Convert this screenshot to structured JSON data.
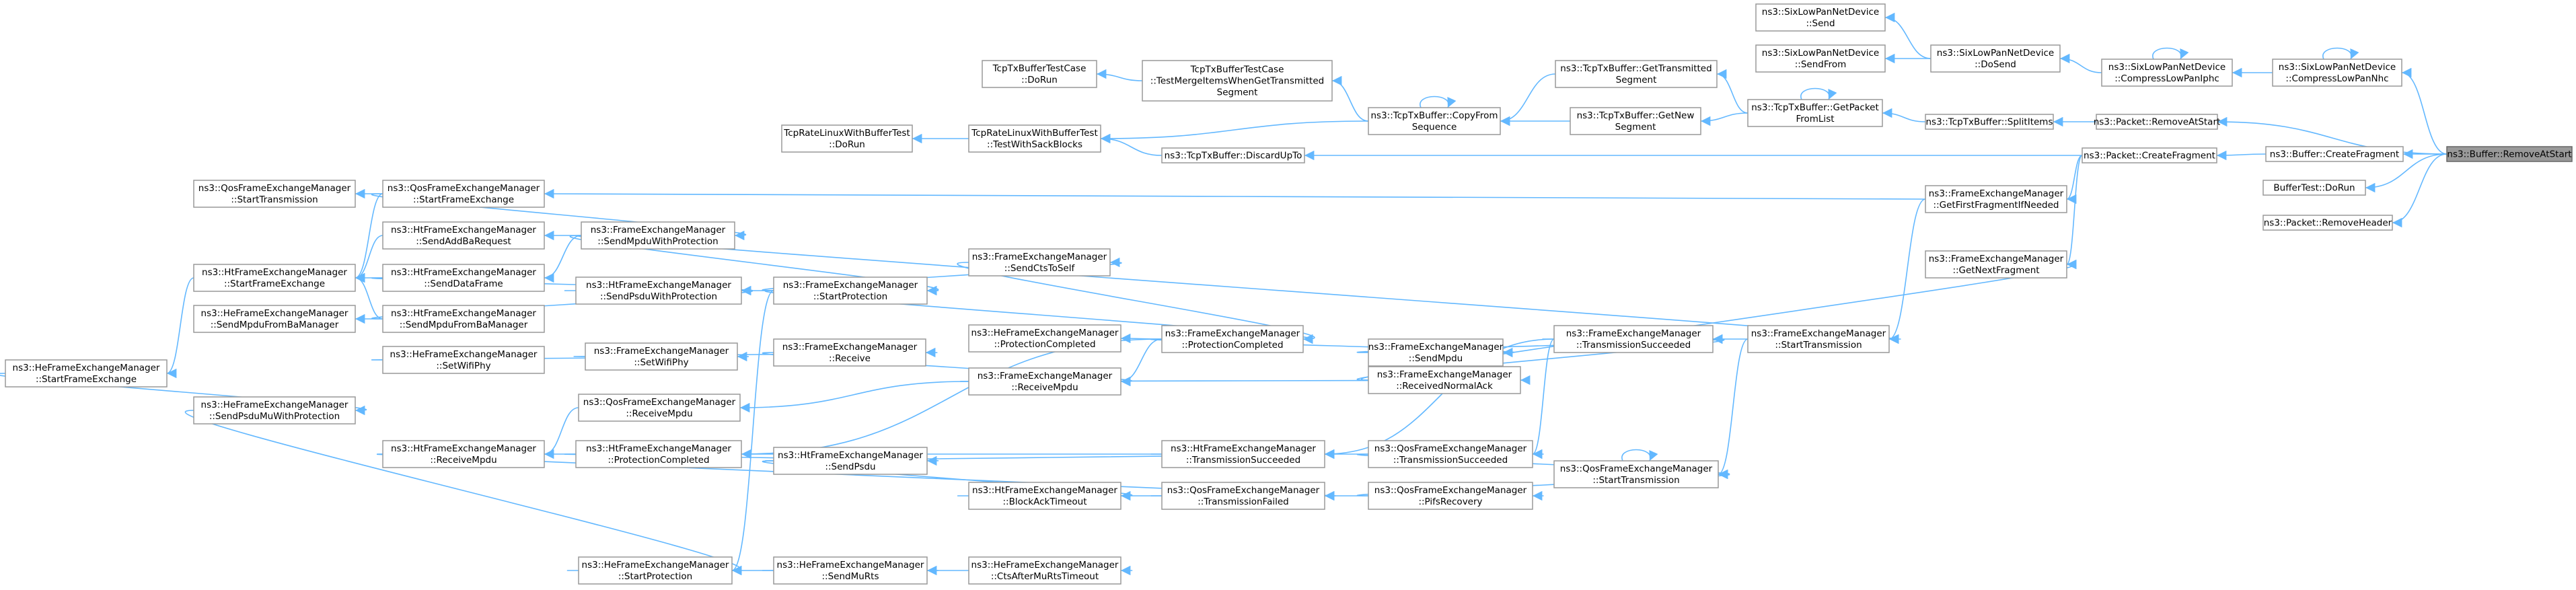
{
  "graph": {
    "root_id": "remove_at_start",
    "colors": {
      "edge": "#63b8ff",
      "node_border": "#999999",
      "root_fill": "#999999",
      "node_fill": "#ffffff"
    },
    "nodes": [
      {
        "id": "remove_at_start",
        "lines": [
          "ns3::Buffer::RemoveAtStart"
        ]
      },
      {
        "id": "compress_lownhc",
        "lines": [
          "ns3::SixLowPanNetDevice",
          "::CompressLowPanNhc"
        ]
      },
      {
        "id": "compress_iphc",
        "lines": [
          "ns3::SixLowPanNetDevice",
          "::CompressLowPanIphc"
        ]
      },
      {
        "id": "dosend",
        "lines": [
          "ns3::SixLowPanNetDevice",
          "::DoSend"
        ]
      },
      {
        "id": "send",
        "lines": [
          "ns3::SixLowPanNetDevice",
          "::Send"
        ]
      },
      {
        "id": "sendfrom",
        "lines": [
          "ns3::SixLowPanNetDevice",
          "::SendFrom"
        ]
      },
      {
        "id": "pkt_remove_at_start",
        "lines": [
          "ns3::Packet::RemoveAtStart"
        ]
      },
      {
        "id": "split_items",
        "lines": [
          "ns3::TcpTxBuffer::SplitItems"
        ]
      },
      {
        "id": "get_packet_from_list",
        "lines": [
          "ns3::TcpTxBuffer::GetPacket",
          "FromList"
        ]
      },
      {
        "id": "get_transmitted_segment",
        "lines": [
          "ns3::TcpTxBuffer::GetTransmitted",
          "Segment"
        ]
      },
      {
        "id": "get_new_segment",
        "lines": [
          "ns3::TcpTxBuffer::GetNew",
          "Segment"
        ]
      },
      {
        "id": "copy_from_sequence",
        "lines": [
          "ns3::TcpTxBuffer::CopyFrom",
          "Sequence"
        ]
      },
      {
        "id": "merge_test_case",
        "lines": [
          "TcpTxBufferTestCase",
          "::TestMergeItemsWhenGetTransmitted",
          "Segment"
        ]
      },
      {
        "id": "tx_test_case_dorun",
        "lines": [
          "TcpTxBufferTestCase",
          "::DoRun"
        ]
      },
      {
        "id": "rate_linux_sack",
        "lines": [
          "TcpRateLinuxWithBufferTest",
          "::TestWithSackBlocks"
        ]
      },
      {
        "id": "rate_linux_dorun",
        "lines": [
          "TcpRateLinuxWithBufferTest",
          "::DoRun"
        ]
      },
      {
        "id": "discard_up_to",
        "lines": [
          "ns3::TcpTxBuffer::DiscardUpTo"
        ]
      },
      {
        "id": "buffer_create_fragment",
        "lines": [
          "ns3::Buffer::CreateFragment"
        ]
      },
      {
        "id": "packet_create_fragment",
        "lines": [
          "ns3::Packet::CreateFragment"
        ]
      },
      {
        "id": "buffer_test_dorun",
        "lines": [
          "BufferTest::DoRun"
        ]
      },
      {
        "id": "packet_remove_header",
        "lines": [
          "ns3::Packet::RemoveHeader"
        ]
      },
      {
        "id": "get_first_fragment",
        "lines": [
          "ns3::FrameExchangeManager",
          "::GetFirstFragmentIfNeeded"
        ]
      },
      {
        "id": "get_next_fragment",
        "lines": [
          "ns3::FrameExchangeManager",
          "::GetNextFragment"
        ]
      },
      {
        "id": "qos_start_frame_exchange",
        "lines": [
          "ns3::QosFrameExchangeManager",
          "::StartFrameExchange"
        ]
      },
      {
        "id": "qos_start_transmission_left",
        "lines": [
          "ns3::QosFrameExchangeManager",
          "::StartTransmission"
        ]
      },
      {
        "id": "fem_send_mpdu_with_protection",
        "lines": [
          "ns3::FrameExchangeManager",
          "::SendMpduWithProtection"
        ]
      },
      {
        "id": "ht_send_add_ba",
        "lines": [
          "ns3::HtFrameExchangeManager",
          "::SendAddBaRequest"
        ]
      },
      {
        "id": "ht_send_data_frame",
        "lines": [
          "ns3::HtFrameExchangeManager",
          "::SendDataFrame"
        ]
      },
      {
        "id": "ht_start_frame_exchange",
        "lines": [
          "ns3::HtFrameExchangeManager",
          "::StartFrameExchange"
        ]
      },
      {
        "id": "ht_send_psdu_with_protection",
        "lines": [
          "ns3::HtFrameExchangeManager",
          "::SendPsduWithProtection"
        ]
      },
      {
        "id": "ht_send_mpdu_from_ba",
        "lines": [
          "ns3::HtFrameExchangeManager",
          "::SendMpduFromBaManager"
        ]
      },
      {
        "id": "he_send_mpdu_from_ba",
        "lines": [
          "ns3::HeFrameExchangeManager",
          "::SendMpduFromBaManager"
        ]
      },
      {
        "id": "he_start_frame_exchange",
        "lines": [
          "ns3::HeFrameExchangeManager",
          "::StartFrameExchange"
        ]
      },
      {
        "id": "fem_start_protection",
        "lines": [
          "ns3::FrameExchangeManager",
          "::StartProtection"
        ]
      },
      {
        "id": "fem_send_cts_to_self",
        "lines": [
          "ns3::FrameExchangeManager",
          "::SendCtsToSelf"
        ]
      },
      {
        "id": "he_set_wifi_phy",
        "lines": [
          "ns3::HeFrameExchangeManager",
          "::SetWifiPhy"
        ]
      },
      {
        "id": "fem_set_wifi_phy",
        "lines": [
          "ns3::FrameExchangeManager",
          "::SetWifiPhy"
        ]
      },
      {
        "id": "fem_receive",
        "lines": [
          "ns3::FrameExchangeManager",
          "::Receive"
        ]
      },
      {
        "id": "fem_protection_completed",
        "lines": [
          "ns3::FrameExchangeManager",
          "::ProtectionCompleted"
        ]
      },
      {
        "id": "he_protection_completed",
        "lines": [
          "ns3::HeFrameExchangeManager",
          "::ProtectionCompleted"
        ]
      },
      {
        "id": "fem_receive_mpdu",
        "lines": [
          "ns3::FrameExchangeManager",
          "::ReceiveMpdu"
        ]
      },
      {
        "id": "qos_receive_mpdu",
        "lines": [
          "ns3::QosFrameExchangeManager",
          "::ReceiveMpdu"
        ]
      },
      {
        "id": "ht_receive_mpdu",
        "lines": [
          "ns3::HtFrameExchangeManager",
          "::ReceiveMpdu"
        ]
      },
      {
        "id": "ht_protection_completed",
        "lines": [
          "ns3::HtFrameExchangeManager",
          "::ProtectionCompleted"
        ]
      },
      {
        "id": "fem_send_mpdu",
        "lines": [
          "ns3::FrameExchangeManager",
          "::SendMpdu"
        ]
      },
      {
        "id": "fem_received_normal_ack",
        "lines": [
          "ns3::FrameExchangeManager",
          "::ReceivedNormalAck"
        ]
      },
      {
        "id": "fem_transmission_succeeded",
        "lines": [
          "ns3::FrameExchangeManager",
          "::TransmissionSucceeded"
        ]
      },
      {
        "id": "fem_start_transmission",
        "lines": [
          "ns3::FrameExchangeManager",
          "::StartTransmission"
        ]
      },
      {
        "id": "ht_send_psdu",
        "lines": [
          "ns3::HtFrameExchangeManager",
          "::SendPsdu"
        ]
      },
      {
        "id": "ht_block_ack_timeout",
        "lines": [
          "ns3::HtFrameExchangeManager",
          "::BlockAckTimeout"
        ]
      },
      {
        "id": "ht_transmission_succeeded",
        "lines": [
          "ns3::HtFrameExchangeManager",
          "::TransmissionSucceeded"
        ]
      },
      {
        "id": "qos_transmission_failed",
        "lines": [
          "ns3::QosFrameExchangeManager",
          "::TransmissionFailed"
        ]
      },
      {
        "id": "qos_transmission_succeeded",
        "lines": [
          "ns3::QosFrameExchangeManager",
          "::TransmissionSucceeded"
        ]
      },
      {
        "id": "qos_pifs_recovery",
        "lines": [
          "ns3::QosFrameExchangeManager",
          "::PifsRecovery"
        ]
      },
      {
        "id": "qos_start_transmission",
        "lines": [
          "ns3::QosFrameExchangeManager",
          "::StartTransmission"
        ]
      },
      {
        "id": "he_send_psdu_with_protection",
        "lines": [
          "ns3::HeFrameExchangeManager",
          "::SendPsduMuWithProtection"
        ]
      },
      {
        "id": "he_start_protection",
        "lines": [
          "ns3::HeFrameExchangeManager",
          "::StartProtection"
        ]
      },
      {
        "id": "he_send_mu_rts",
        "lines": [
          "ns3::HeFrameExchangeManager",
          "::SendMuRts"
        ]
      },
      {
        "id": "he_cts_after_mu_rts_timeout",
        "lines": [
          "ns3::HeFrameExchangeManager",
          "::CtsAfterMuRtsTimeout"
        ]
      }
    ],
    "edges": [
      [
        "compress_lownhc",
        "remove_at_start"
      ],
      [
        "compress_lownhc",
        "compress_lownhc"
      ],
      [
        "compress_iphc",
        "compress_lownhc"
      ],
      [
        "compress_iphc",
        "compress_iphc"
      ],
      [
        "dosend",
        "compress_iphc"
      ],
      [
        "send",
        "dosend"
      ],
      [
        "sendfrom",
        "dosend"
      ],
      [
        "pkt_remove_at_start",
        "remove_at_start"
      ],
      [
        "split_items",
        "pkt_remove_at_start"
      ],
      [
        "get_packet_from_list",
        "split_items"
      ],
      [
        "get_packet_from_list",
        "get_packet_from_list"
      ],
      [
        "get_transmitted_segment",
        "get_packet_from_list"
      ],
      [
        "get_new_segment",
        "get_packet_from_list"
      ],
      [
        "copy_from_sequence",
        "get_transmitted_segment"
      ],
      [
        "copy_from_sequence",
        "get_new_segment"
      ],
      [
        "copy_from_sequence",
        "copy_from_sequence"
      ],
      [
        "merge_test_case",
        "copy_from_sequence"
      ],
      [
        "tx_test_case_dorun",
        "merge_test_case"
      ],
      [
        "rate_linux_sack",
        "copy_from_sequence"
      ],
      [
        "rate_linux_sack",
        "discard_up_to"
      ],
      [
        "rate_linux_dorun",
        "rate_linux_sack"
      ],
      [
        "discard_up_to",
        "packet_create_fragment"
      ],
      [
        "buffer_create_fragment",
        "remove_at_start"
      ],
      [
        "packet_create_fragment",
        "buffer_create_fragment"
      ],
      [
        "buffer_test_dorun",
        "remove_at_start"
      ],
      [
        "packet_remove_header",
        "remove_at_start"
      ],
      [
        "get_first_fragment",
        "packet_create_fragment"
      ],
      [
        "get_next_fragment",
        "packet_create_fragment"
      ],
      [
        "qos_start_frame_exchange",
        "get_first_fragment"
      ],
      [
        "qos_start_transmission_left",
        "qos_start_frame_exchange"
      ],
      [
        "fem_send_mpdu_with_protection",
        "qos_start_frame_exchange"
      ],
      [
        "ht_start_frame_exchange",
        "qos_start_frame_exchange"
      ],
      [
        "fem_start_transmission",
        "fem_send_mpdu_with_protection"
      ],
      [
        "ht_send_add_ba",
        "fem_send_mpdu_with_protection"
      ],
      [
        "ht_send_data_frame",
        "fem_send_mpdu_with_protection"
      ],
      [
        "fem_start_protection",
        "fem_send_mpdu_with_protection"
      ],
      [
        "ht_start_frame_exchange",
        "ht_send_add_ba"
      ],
      [
        "ht_start_frame_exchange",
        "ht_send_data_frame"
      ],
      [
        "ht_start_frame_exchange",
        "ht_send_mpdu_from_ba"
      ],
      [
        "he_start_frame_exchange",
        "ht_start_frame_exchange"
      ],
      [
        "he_send_mpdu_from_ba",
        "ht_send_mpdu_from_ba"
      ],
      [
        "ht_send_psdu_with_protection",
        "ht_send_data_frame"
      ],
      [
        "ht_send_psdu_with_protection",
        "ht_send_mpdu_from_ba"
      ],
      [
        "fem_start_protection",
        "ht_send_psdu_with_protection"
      ],
      [
        "fem_send_cts_to_self",
        "fem_start_protection"
      ],
      [
        "fem_protection_completed",
        "fem_start_protection"
      ],
      [
        "fem_protection_completed",
        "fem_send_cts_to_self"
      ],
      [
        "he_start_protection",
        "fem_start_protection"
      ],
      [
        "he_send_psdu_with_protection",
        "he_start_frame_exchange"
      ],
      [
        "fem_set_wifi_phy",
        "he_set_wifi_phy"
      ],
      [
        "fem_receive",
        "fem_set_wifi_phy"
      ],
      [
        "fem_receive_mpdu",
        "fem_receive"
      ],
      [
        "fem_receive_mpdu",
        "fem_protection_completed"
      ],
      [
        "he_protection_completed",
        "fem_protection_completed"
      ],
      [
        "ht_protection_completed",
        "fem_protection_completed"
      ],
      [
        "fem_send_mpdu",
        "fem_protection_completed"
      ],
      [
        "qos_receive_mpdu",
        "fem_receive_mpdu"
      ],
      [
        "ht_receive_mpdu",
        "qos_receive_mpdu"
      ],
      [
        "fem_received_normal_ack",
        "fem_receive_mpdu"
      ],
      [
        "ht_send_psdu",
        "ht_protection_completed"
      ],
      [
        "fem_transmission_succeeded",
        "fem_send_mpdu"
      ],
      [
        "fem_transmission_succeeded",
        "fem_received_normal_ack"
      ],
      [
        "get_next_fragment",
        "fem_received_normal_ack"
      ],
      [
        "fem_start_transmission",
        "get_first_fragment"
      ],
      [
        "fem_start_transmission",
        "fem_transmission_succeeded"
      ],
      [
        "ht_transmission_succeeded",
        "ht_send_psdu"
      ],
      [
        "ht_transmission_succeeded",
        "fem_transmission_succeeded"
      ],
      [
        "ht_block_ack_timeout",
        "ht_send_psdu"
      ],
      [
        "qos_transmission_failed",
        "ht_block_ack_timeout"
      ],
      [
        "qos_transmission_succeeded",
        "ht_transmission_succeeded"
      ],
      [
        "qos_transmission_succeeded",
        "fem_transmission_succeeded"
      ],
      [
        "qos_pifs_recovery",
        "qos_transmission_failed"
      ],
      [
        "qos_start_transmission",
        "qos_transmission_succeeded"
      ],
      [
        "qos_start_transmission",
        "qos_pifs_recovery"
      ],
      [
        "qos_start_transmission",
        "fem_start_transmission"
      ],
      [
        "qos_start_transmission",
        "qos_start_transmission"
      ],
      [
        "ht_transmission_succeeded",
        "ht_receive_mpdu"
      ],
      [
        "qos_transmission_failed",
        "ht_receive_mpdu"
      ],
      [
        "he_send_mu_rts",
        "he_start_protection"
      ],
      [
        "he_cts_after_mu_rts_timeout",
        "he_send_mu_rts"
      ],
      [
        "he_start_protection",
        "he_send_psdu_with_protection"
      ]
    ]
  }
}
